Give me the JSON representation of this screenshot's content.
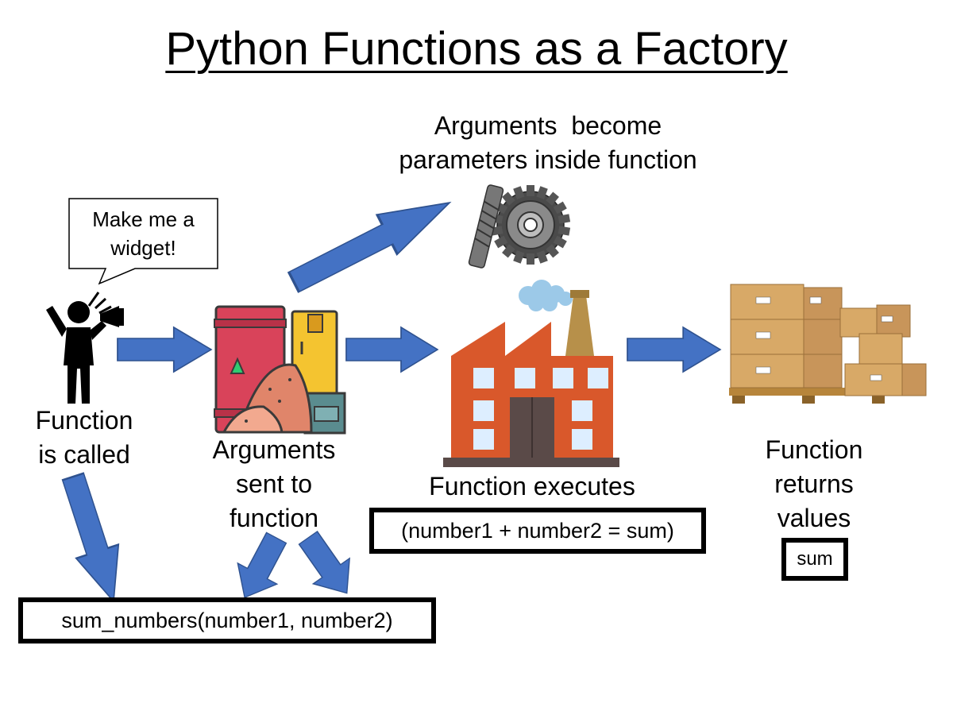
{
  "title": "Python Functions as a Factory",
  "speech_bubble": {
    "line1": "Make me a",
    "line2": "widget!"
  },
  "labels": {
    "called_1": "Function",
    "called_2": "is called",
    "args_1": "Arguments",
    "args_2": "sent to",
    "args_3": "function",
    "params_1": "Arguments  become",
    "params_2": "parameters inside function",
    "executes": "Function executes",
    "returns_1": "Function",
    "returns_2": "returns",
    "returns_3": "values"
  },
  "code": {
    "call": "sum_numbers(number1, number2)",
    "body": "(number1 + number2 = sum)",
    "result": "sum"
  },
  "icons": [
    "person-megaphone-icon",
    "raw-materials-icon",
    "gear-icon",
    "factory-icon",
    "boxes-pallet-icon"
  ],
  "colors": {
    "arrow": "#4472C4",
    "arrow_stroke": "#2F528F",
    "factory": "#D9582B",
    "barrel": "#D9435A"
  }
}
